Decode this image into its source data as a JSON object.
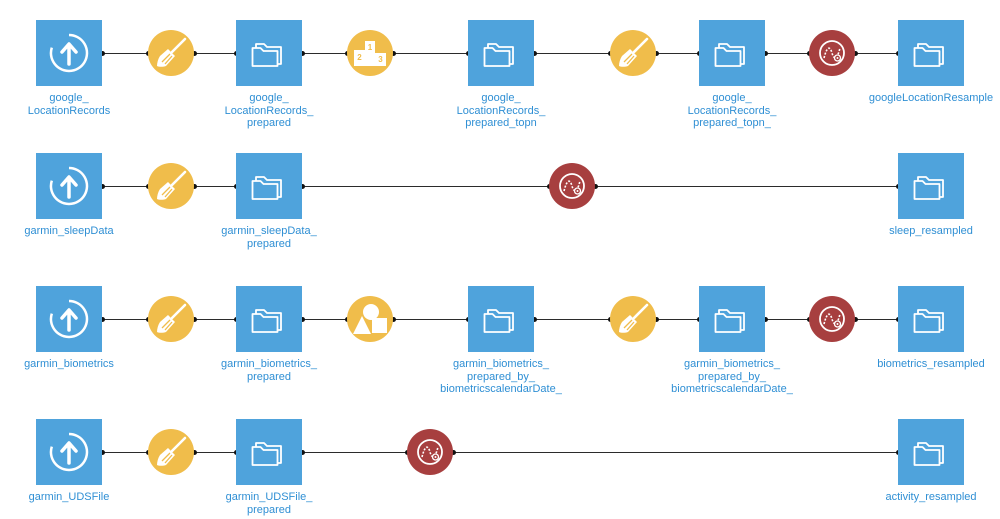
{
  "colors": {
    "dataset": "#4fa3dc",
    "prepare_recipe": "#f0bd4b",
    "stats_recipe": "#a73f3f",
    "label": "#2f8fd4",
    "edge": "#2b2b2b"
  },
  "rows": [
    {
      "nodes": [
        {
          "type": "dataset",
          "icon": "upload-icon",
          "label": "google_\nLocationRecords"
        },
        {
          "type": "prepare",
          "icon": "broom-icon"
        },
        {
          "type": "dataset",
          "icon": "folder-icon",
          "label": "google_\nLocationRecords_\nprepared"
        },
        {
          "type": "topn",
          "icon": "podium-icon",
          "podium": [
            "1",
            "2",
            "3"
          ]
        },
        {
          "type": "dataset",
          "icon": "folder-icon",
          "label": "google_\nLocationRecords_\nprepared_topn"
        },
        {
          "type": "prepare",
          "icon": "broom-icon"
        },
        {
          "type": "dataset",
          "icon": "folder-icon",
          "label": "google_\nLocationRecords_\nprepared_topn_"
        },
        {
          "type": "stats",
          "icon": "resample-icon"
        },
        {
          "type": "dataset",
          "icon": "folder-icon",
          "label": "googleLocationResample"
        }
      ]
    },
    {
      "nodes": [
        {
          "type": "dataset",
          "icon": "upload-icon",
          "label": "garmin_sleepData"
        },
        {
          "type": "prepare",
          "icon": "broom-icon"
        },
        {
          "type": "dataset",
          "icon": "folder-icon",
          "label": "garmin_sleepData_\nprepared"
        },
        {
          "type": "stats",
          "icon": "resample-icon"
        },
        {
          "type": "dataset",
          "icon": "folder-icon",
          "label": "sleep_resampled"
        }
      ]
    },
    {
      "nodes": [
        {
          "type": "dataset",
          "icon": "upload-icon",
          "label": "garmin_biometrics"
        },
        {
          "type": "prepare",
          "icon": "broom-icon"
        },
        {
          "type": "dataset",
          "icon": "folder-icon",
          "label": "garmin_biometrics_\nprepared"
        },
        {
          "type": "shapes",
          "icon": "shapes-icon"
        },
        {
          "type": "dataset",
          "icon": "folder-icon",
          "label": "garmin_biometrics_\nprepared_by_\nbiometricscalendarDate_"
        },
        {
          "type": "prepare",
          "icon": "broom-icon"
        },
        {
          "type": "dataset",
          "icon": "folder-icon",
          "label": "garmin_biometrics_\nprepared_by_\nbiometricscalendarDate_"
        },
        {
          "type": "stats",
          "icon": "resample-icon"
        },
        {
          "type": "dataset",
          "icon": "folder-icon",
          "label": "biometrics_resampled"
        }
      ]
    },
    {
      "nodes": [
        {
          "type": "dataset",
          "icon": "upload-icon",
          "label": "garmin_UDSFile"
        },
        {
          "type": "prepare",
          "icon": "broom-icon"
        },
        {
          "type": "dataset",
          "icon": "folder-icon",
          "label": "garmin_UDSFile_\nprepared"
        },
        {
          "type": "stats",
          "icon": "resample-icon"
        },
        {
          "type": "dataset",
          "icon": "folder-icon",
          "label": "activity_resampled"
        }
      ]
    }
  ]
}
